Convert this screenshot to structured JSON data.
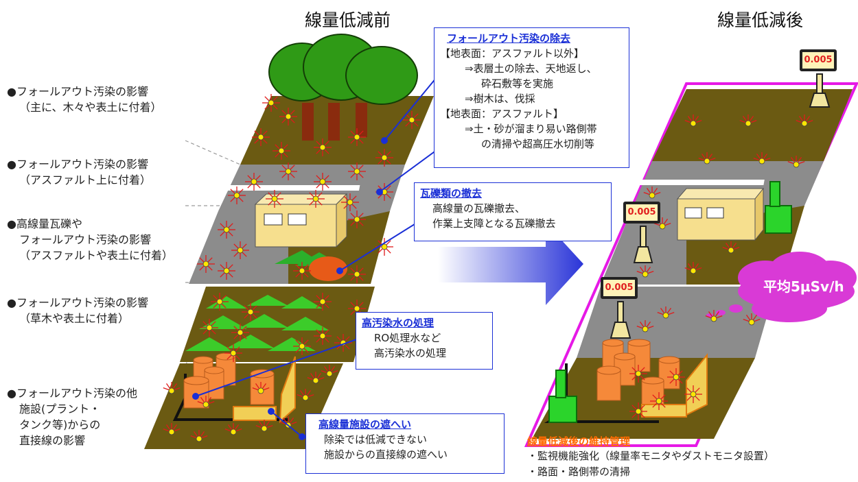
{
  "titles": {
    "before": "線量低減前",
    "after": "線量低減後"
  },
  "left_labels": [
    {
      "lines": [
        "●フォールアウト汚染の影響",
        "（主に、木々や表土に付着）"
      ]
    },
    {
      "lines": [
        "●フォールアウト汚染の影響",
        "（アスファルト上に付着）"
      ]
    },
    {
      "lines": [
        "●高線量瓦礫や",
        "フォールアウト汚染の影響",
        "（アスファルトや表土に付着）"
      ]
    },
    {
      "lines": [
        "●フォールアウト汚染の影響",
        "（草木や表土に付着）"
      ]
    },
    {
      "lines": [
        "●フォールアウト汚染の他",
        "施設(プラント・",
        "タンク等)からの",
        "直接線の影響"
      ]
    }
  ],
  "boxes": {
    "fallout": {
      "title": "フォールアウト汚染の除去",
      "lines": [
        "【地表面：アスファルト以外】",
        "⇒表層土の除去、天地返し、",
        "砕石敷等を実施",
        "⇒樹木は、伐採",
        "【地表面：アスファルト】",
        "⇒土・砂が溜まり易い路側帯",
        "の清掃や超高圧水切削等"
      ]
    },
    "rubble": {
      "title": "瓦礫類の撤去",
      "lines": [
        "高線量の瓦礫撤去、",
        "作業上支障となる瓦礫撤去"
      ]
    },
    "water": {
      "title": "高汚染水の処理",
      "lines": [
        "RO処理水など",
        "高汚染水の処理"
      ]
    },
    "shield": {
      "title": "高線量施設の遮へい",
      "lines": [
        "除染では低減できない",
        "施設からの直接線の遮へい"
      ]
    }
  },
  "monitors": [
    "0.005",
    "0.005",
    "0.005"
  ],
  "cloud_text": "平均5μSv/h",
  "maintenance": {
    "title": "線量低減後の維持管理",
    "lines": [
      "・監視機能強化（線量率モニタやダストモニタ設置）",
      "・路面・路側帯の清掃"
    ]
  },
  "colors": {
    "ground": "#6b5a12",
    "road": "#8c8c8c",
    "box_border": "#1a2fd6",
    "frame": "#e619e6",
    "tree": "#2f9a16",
    "trunk": "#8a2b0e",
    "building": "#f6df8e",
    "tank": "#f5893a",
    "plant": "#2bd42b",
    "cloud": "#d93ad6",
    "title_orange": "#ff6a00"
  }
}
